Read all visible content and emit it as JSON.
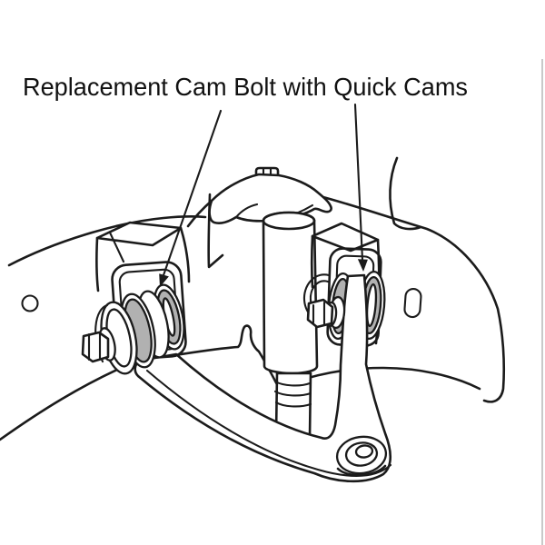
{
  "figure": {
    "title": "Replacement Cam Bolt with Quick Cams",
    "callouts": [
      {
        "name": "left-cam-bolt-arrow",
        "points_to": "left cam bolt with quick cam"
      },
      {
        "name": "right-cam-bolt-arrow",
        "points_to": "right cam bolt with quick cam"
      }
    ]
  },
  "colors": {
    "line": "#1b1b1b",
    "cam_shade": "#b1b1b1",
    "background": "#ffffff",
    "title_text": "#111111",
    "edge_border": "#c9c9c9"
  }
}
